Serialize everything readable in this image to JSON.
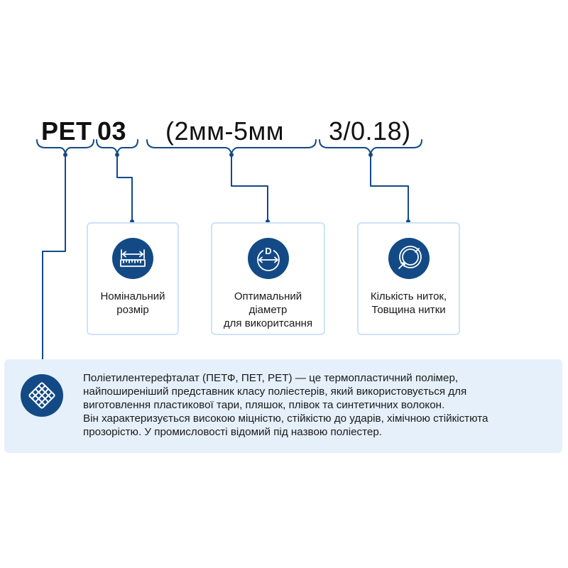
{
  "spec": {
    "material": "PET",
    "size": "03",
    "diameter": "(2мм-5мм",
    "threads": "3/0.18)"
  },
  "cards": [
    {
      "icon": "ruler-icon",
      "lines": [
        "Номінальний",
        "розмір"
      ]
    },
    {
      "icon": "diameter-icon",
      "icon_letter": "D",
      "lines": [
        "Оптимальний",
        "діаметр",
        "для викоритсання"
      ]
    },
    {
      "icon": "thread-thickness-icon",
      "lines": [
        "Кількість ниток,",
        "Товщина нитки"
      ]
    }
  ],
  "info": {
    "icon": "woven-fabric-icon",
    "lines": [
      "Поліетилентерефталат (ПЕТФ, ПЕТ, PET) — це термопластичний полімер,",
      "найпоширеніший представник класу поліестерів, який використовується для",
      "виготовлення пластикової тари, пляшок, плівок та синтетичних волокон.",
      "Він характеризується високою міцністю, стійкістю до ударів, хімічною стійкістюта",
      "прозорістю. У промисловості відомий під назвою поліестер."
    ]
  },
  "colors": {
    "accent": "#134a86",
    "card_border": "#cfe3f7",
    "info_background": "#e5f0fb"
  }
}
